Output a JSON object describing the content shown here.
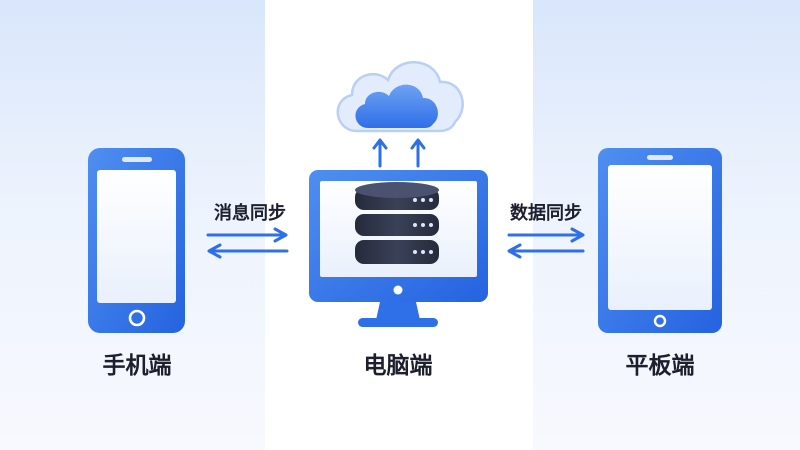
{
  "devices": {
    "phone": {
      "label": "手机端",
      "icon": "smartphone-icon"
    },
    "computer": {
      "label": "电脑端",
      "icon": "desktop-monitor-icon"
    },
    "tablet": {
      "label": "平板端",
      "icon": "tablet-icon"
    }
  },
  "sync": {
    "left": "消息同步",
    "right": "数据同步"
  },
  "icons": {
    "cloud": "cloud-icon",
    "database": "database-icon",
    "upload_arrows": "upload-arrow-icon",
    "sync_arrows": "bidirectional-arrow-icon"
  },
  "colors": {
    "accent_blue": "#2f6fe8",
    "light_blue": "#7fa9f3",
    "database_dark": "#2e3447",
    "text": "#1d1f2e"
  }
}
